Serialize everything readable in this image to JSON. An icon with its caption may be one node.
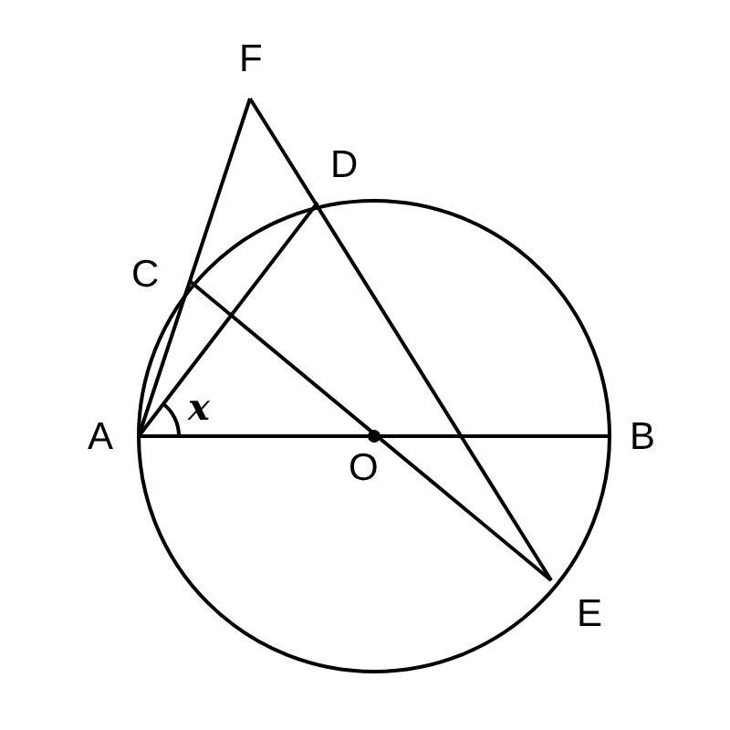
{
  "diagram": {
    "labels": [
      "F",
      "D",
      "C",
      "x",
      "A",
      "O",
      "B",
      "E"
    ]
  }
}
